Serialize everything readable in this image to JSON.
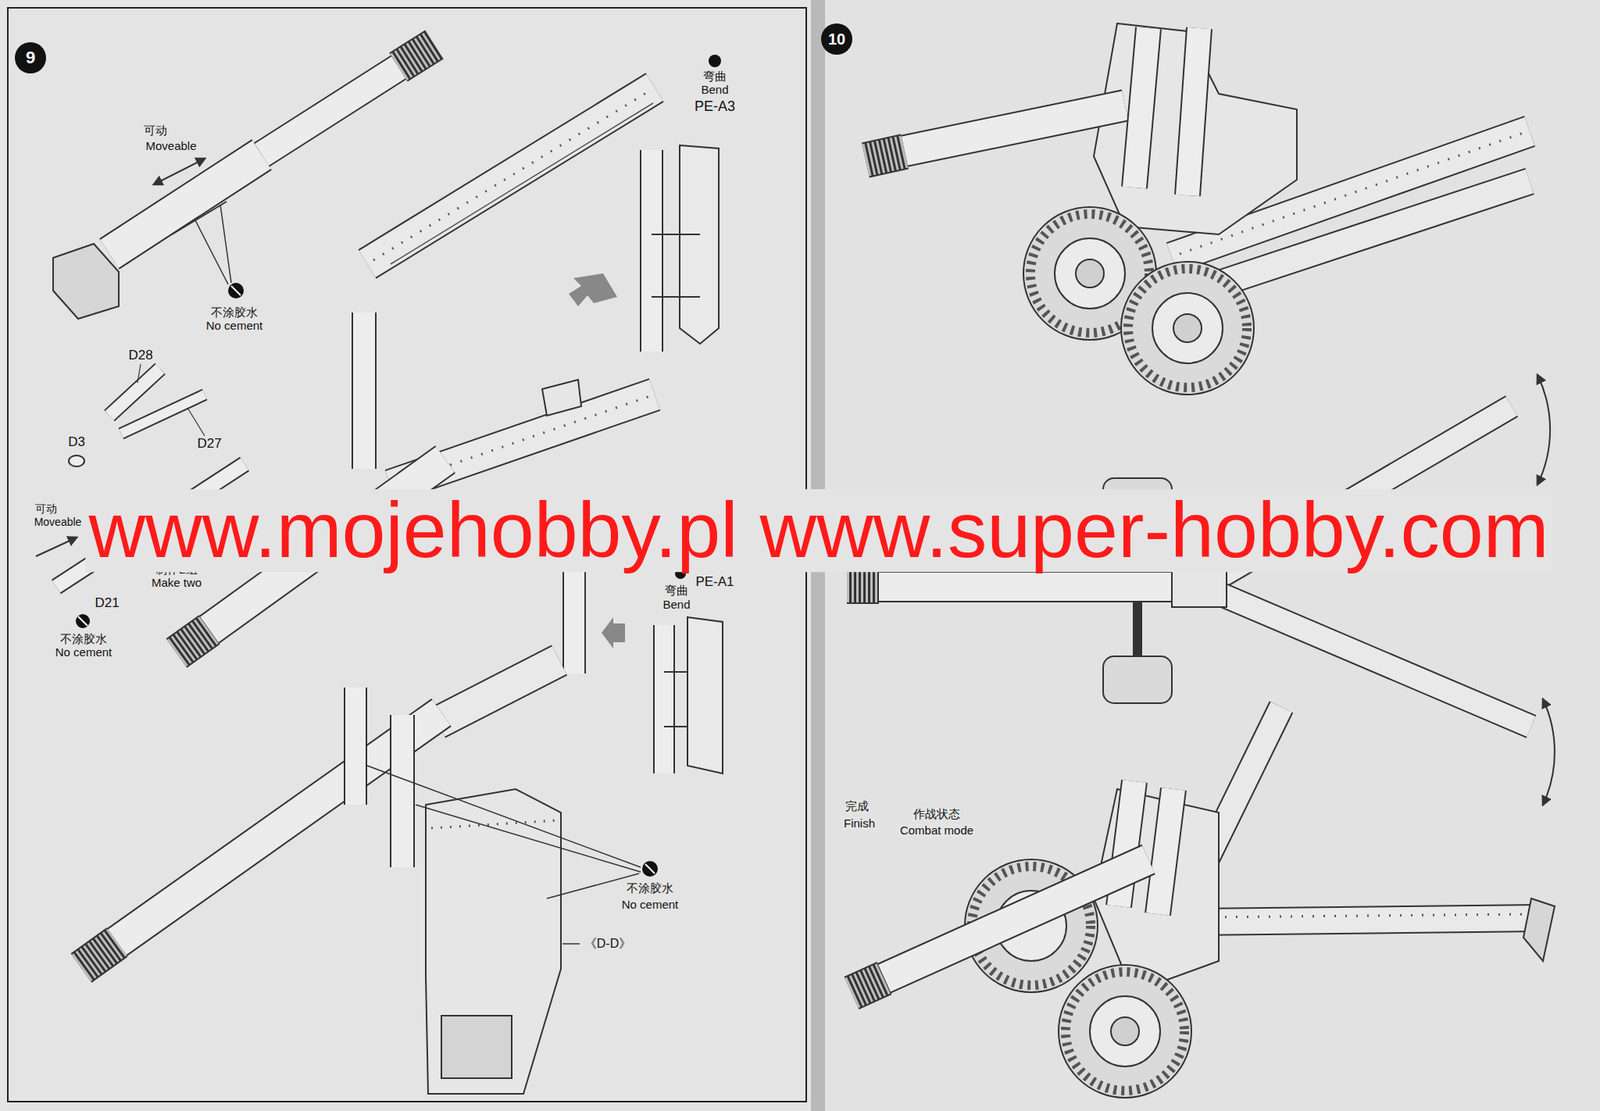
{
  "diagram": {
    "nodes": [
      {
        "text": [
          "9"
        ]
      },
      {
        "text": [
          "10"
        ]
      }
    ],
    "labels": [
      "可动",
      "Moveable",
      "不涂胶水",
      "No cement",
      "弯曲",
      "Bend",
      "PE-A3",
      "D28",
      "D3",
      "D27",
      "可动",
      "Moveable",
      "制作2组",
      "Make two",
      "D21",
      "不涂胶水",
      "No cement",
      "PE-A1",
      "弯曲",
      "Bend",
      "不涂胶水",
      "No cement",
      "《D-D》",
      "完成",
      "Finish",
      "作战状态",
      "Combat mode",
      "www.mojehobby.pl www.super-hobby.com"
    ]
  }
}
